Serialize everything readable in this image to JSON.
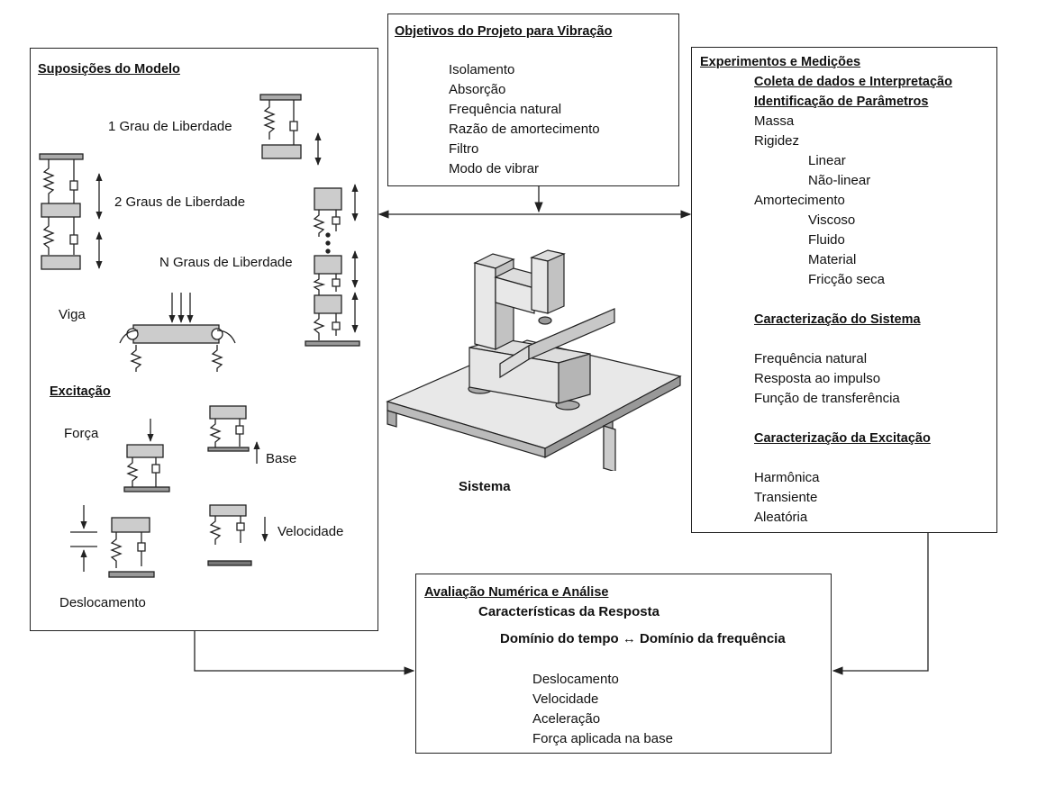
{
  "objetivos": {
    "title": "Objetivos do Projeto para Vibração",
    "items": [
      "Isolamento",
      "Absorção",
      "Frequência natural",
      "Razão de amortecimento",
      "Filtro",
      "Modo de vibrar"
    ]
  },
  "suposicoes": {
    "title": "Suposições do Modelo",
    "dof1": "1 Grau de Liberdade",
    "dof2": "2 Graus de Liberdade",
    "dofn": "N Graus de Liberdade",
    "viga": "Viga",
    "excitacao": {
      "title": "Excitação",
      "forca": "Força",
      "base": "Base",
      "velocidade": "Velocidade",
      "deslocamento": "Deslocamento"
    }
  },
  "experimentos": {
    "title": "Experimentos e Medições",
    "coleta": "Coleta de dados e Interpretação",
    "identificacao": "Identificação de Parâmetros",
    "massa": "Massa",
    "rigidez": "Rigidez",
    "rigidez_items": [
      "Linear",
      "Não-linear"
    ],
    "amortecimento": "Amortecimento",
    "amortecimento_items": [
      "Viscoso",
      "Fluido",
      "Material",
      "Fricção seca"
    ],
    "sistema_title": "Caracterização do Sistema",
    "sistema_items": [
      "Frequência natural",
      "Resposta ao impulso",
      "Função de transferência"
    ],
    "excitacao_title": "Caracterização da Excitação",
    "excitacao_items": [
      "Harmônica",
      "Transiente",
      "Aleatória"
    ]
  },
  "sistema": {
    "label": "Sistema"
  },
  "avaliacao": {
    "title": "Avaliação Numérica e Análise",
    "caracteristicas": "Características da Resposta",
    "dominio_tempo": "Domínio do tempo",
    "dominio_arrow": "↔",
    "dominio_freq": "Domínio da frequência",
    "items": [
      "Deslocamento",
      "Velocidade",
      "Aceleração",
      "Força aplicada na base"
    ]
  }
}
